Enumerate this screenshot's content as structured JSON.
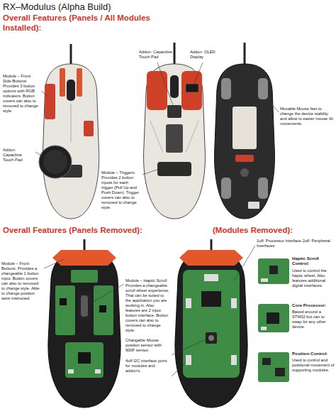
{
  "diagram": {
    "title": "RX–Modulus (Alpha Build)",
    "labels": [
      "Overall Features (Panels / All Modules Installed):",
      "Module – Front Side Buttons: Provides 3 button options with RGB indicators. Button covers can also to removed to change style.",
      "Addon: Capacitive Touch Pad",
      "Addon: OLED Display",
      "Addon: Capacitive Touch Pad",
      "Module – Triggers: Provides 2 button inputs for each trigger (Pull Up and Push Down). Trigger covers can also to removed to change style.",
      "Movable Mouse feet to change the device stability and allow to easier mouse tilt movements.",
      "Overall Features (Panels Removed):",
      "(Modules Removed):",
      "Module – Front Buttons: Provides a changeable 1 button input. Button covers can also to removed to change style. Able to change position were instructed.",
      "Module – Haptic Scroll: Provides a changeable scroll wheel experience. That can be suited to the application you are working in. Also features are 2 input button interface. Button covers can also to removed to change style.",
      "Changable Mouse position sensor with 900F sensor.",
      "4off I2C interface ports for modules and addon's.",
      "1off: Processor Interface 2off: Peripheral Interfaces",
      "Haptic Scroll Control:",
      "Used to control the haptic wheel. Also features additional digital interfaces.",
      "Core Processor:",
      "Based around a STM32 but can to swap for any other device.",
      "Position Control:",
      "Used to control and positional movement of supporting modules."
    ]
  }
}
